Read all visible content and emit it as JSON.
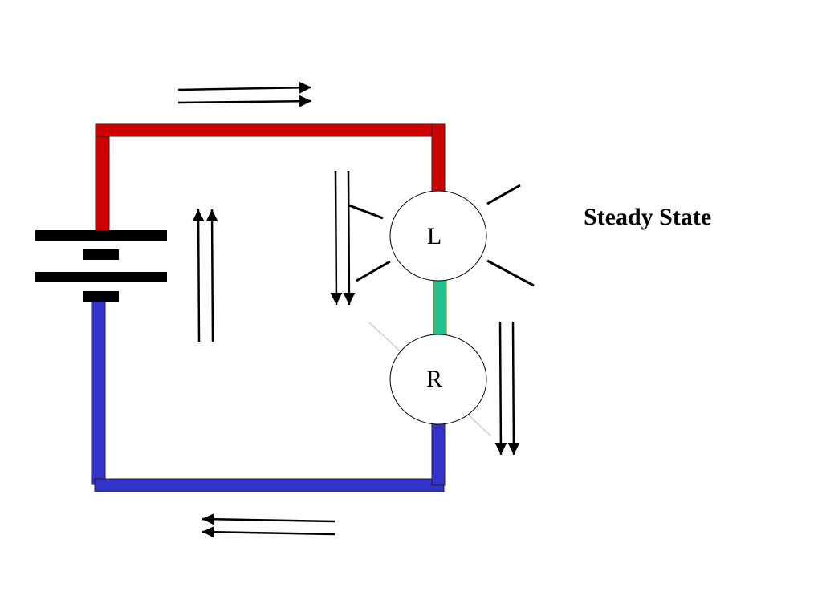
{
  "title": "Steady State",
  "components": {
    "bulb": {
      "label": "L"
    },
    "resistor": {
      "label": "R"
    }
  },
  "colors": {
    "high_potential_wire": "#cc0000",
    "low_potential_wire": "#3333cc",
    "middle_wire": "#20c090",
    "arrows": "#000000",
    "battery": "#000000"
  },
  "icons": {
    "battery": "battery-icon",
    "bulb": "light-bulb-icon",
    "resistor": "resistor-icon"
  }
}
